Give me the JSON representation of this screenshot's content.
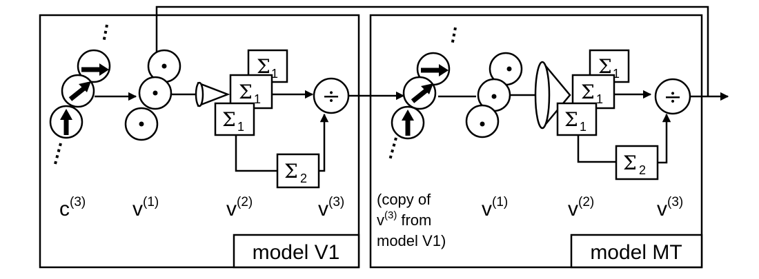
{
  "models": {
    "v1": {
      "title": "model V1",
      "stages": {
        "c": "c",
        "v1": "v",
        "v2": "v",
        "v3": "v"
      },
      "sups": {
        "c": "(3)",
        "v1": "(1)",
        "v2": "(2)",
        "v3": "(3)"
      }
    },
    "mt": {
      "title": "model MT",
      "stages": {
        "v1": "v",
        "v2": "v",
        "v3": "v"
      },
      "sups": {
        "v1": "(1)",
        "v2": "(2)",
        "v3": "(3)"
      },
      "copy_note": [
        "(copy of",
        "from",
        "model V1)"
      ],
      "copy_var": "v",
      "copy_sup": "(3)"
    }
  },
  "symbols": {
    "sigma": "Σ",
    "sub1": "1",
    "sub2": "2",
    "divide": "÷"
  }
}
